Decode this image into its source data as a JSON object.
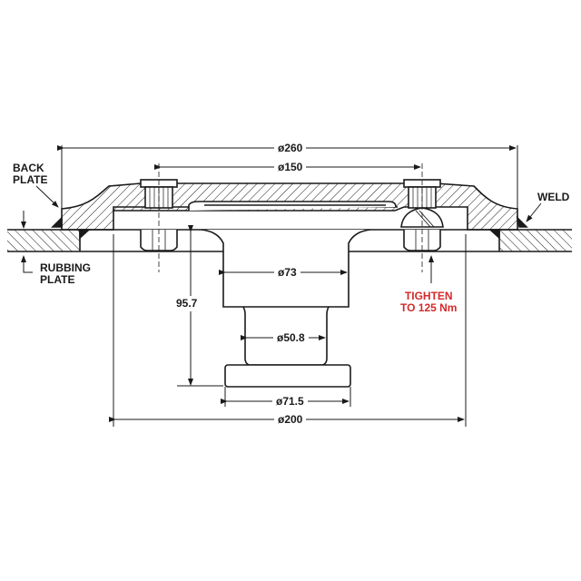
{
  "diagram": {
    "type": "engineering cross-section drawing",
    "subject": "Back plate welded into rubbing plate with bolted hub/spigot"
  },
  "callouts": {
    "back_plate": "BACK\nPLATE",
    "back_plate_line1": "BACK",
    "back_plate_line2": "PLATE",
    "rubbing_plate_line1": "RUBBING",
    "rubbing_plate_line2": "PLATE",
    "weld": "WELD",
    "tighten_line1": "TIGHTEN",
    "tighten_line2": "TO 125 Nm"
  },
  "dimensions": {
    "d260": "ø260",
    "d150": "ø150",
    "d73": "ø73",
    "d50_8": "ø50.8",
    "d71_5": "ø71.5",
    "d200": "ø200",
    "h95_7": "95.7"
  },
  "colors": {
    "line": "#1a1a1a",
    "accent_red": "#d42a2a",
    "weld_fill": "#1a1a1a"
  }
}
